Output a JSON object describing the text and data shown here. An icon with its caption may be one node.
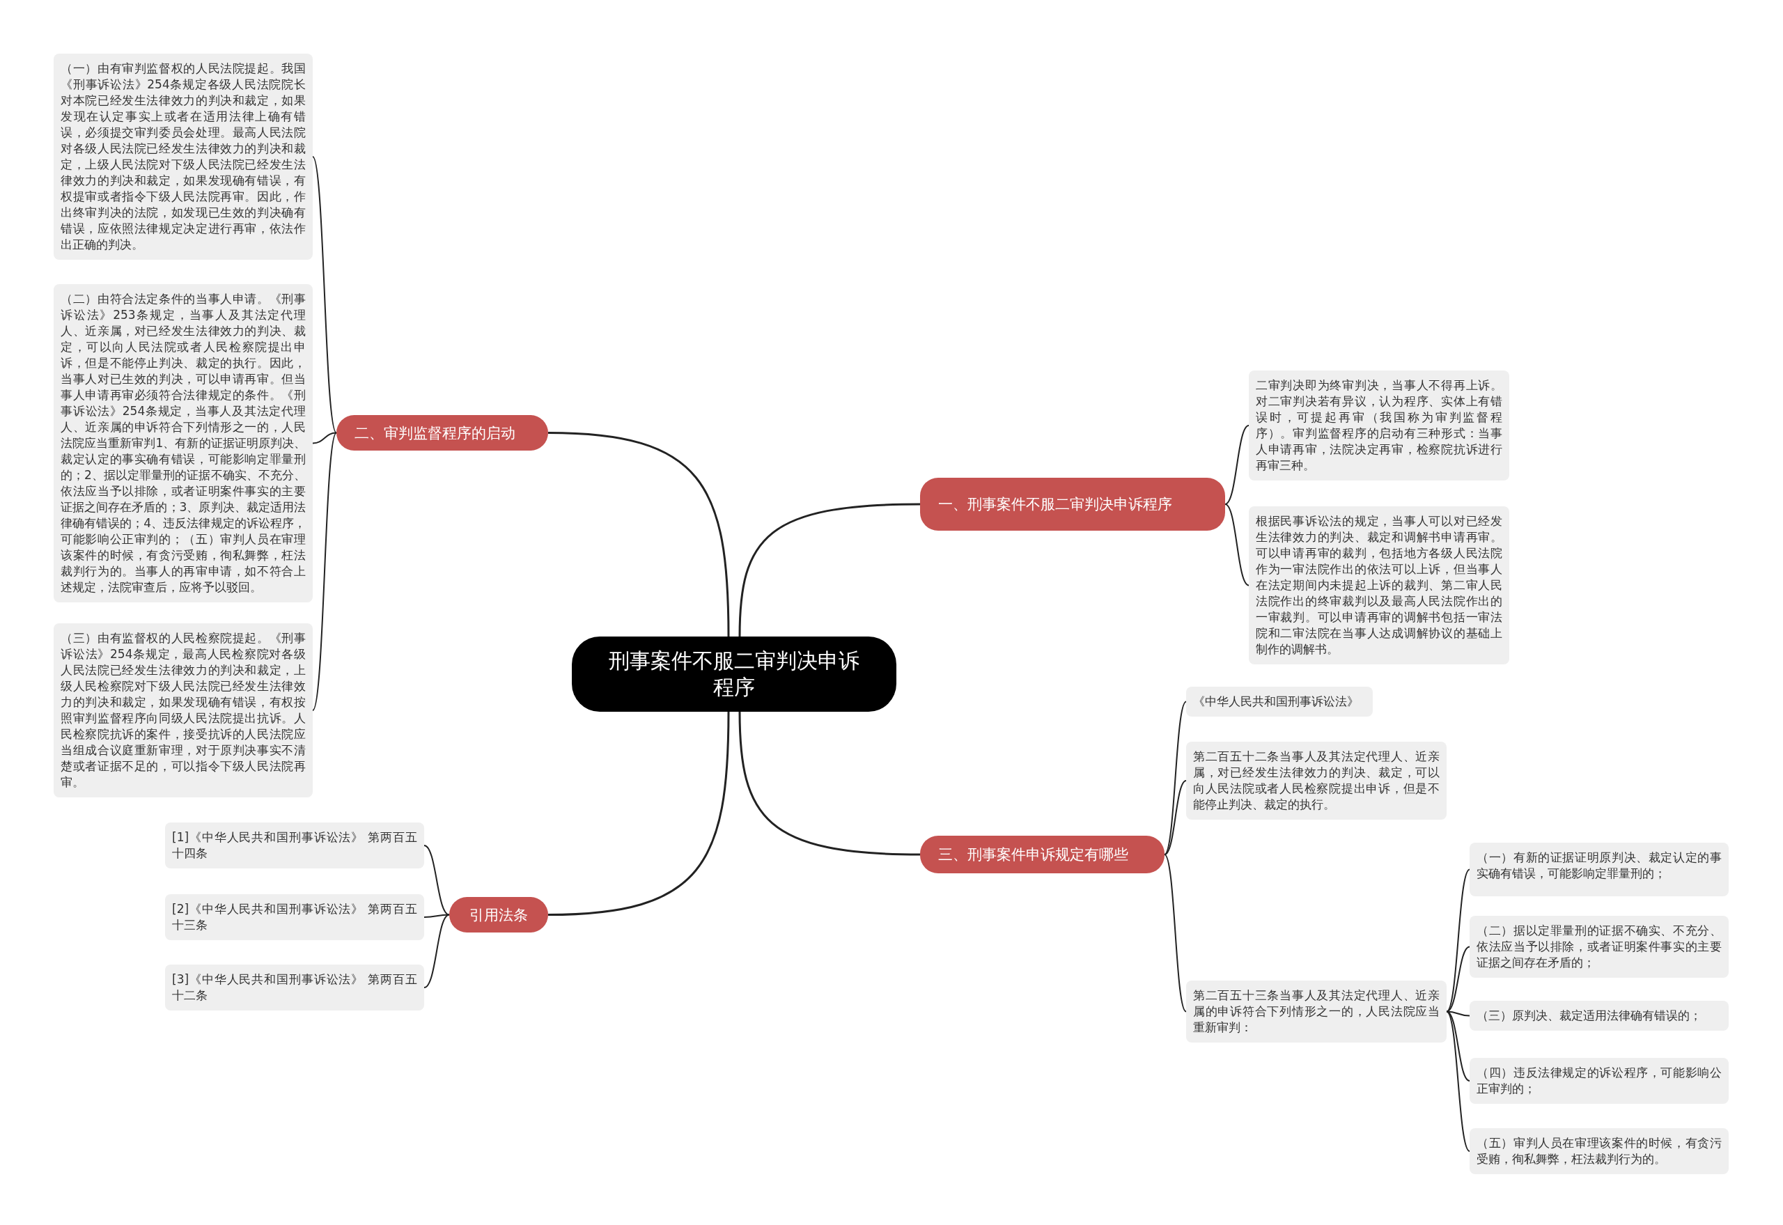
{
  "diagram": {
    "nodes": [
      {
        "text": [
          "刑事案件不服二审判决申诉程序"
        ]
      },
      {
        "text": [
          "一、刑事案件不服二审判决申诉程序"
        ]
      },
      {
        "text": [
          "二审判决即为终审判决，当事人不得再上诉。对二审判决若有异议，认为程序、实体上有错误时，可提起再审（我国称为审判监督程序）。审判监督程序的启动有三种形式：当事人申请再审，法院决定再审，检察院抗诉进行再审三种。"
        ]
      },
      {
        "text": [
          "根据民事诉讼法的规定，当事人可以对已经发生法律效力的判决、裁定和调解书申请再审。可以申请再审的裁判，包括地方各级人民法院作为一审法院作出的依法可以上诉，但当事人在法定期间内未提起上诉的裁判、第二审人民法院作出的终审裁判以及最高人民法院作出的一审裁判。可以申请再审的调解书包括一审法院和二审法院在当事人达成调解协议的基础上制作的调解书。"
        ]
      },
      {
        "text": [
          "二、审判监督程序的启动"
        ]
      },
      {
        "text": [
          "（一）由有审判监督权的人民法院提起。我国《刑事诉讼法》254条规定各级人民法院院长对本院已经发生法律效力的判决和裁定，如果发现在认定事实上或者在适用法律上确有错误，必须提交审判委员会处理。最高人民法院对各级人民法院已经发生法律效力的判决和裁定，上级人民法院对下级人民法院已经发生法律效力的判决和裁定，如果发现确有错误，有权提审或者指令下级人民法院再审。因此，作出终审判决的法院，如发现已生效的判决确有错误，应依照法律规定决定进行再审，依法作出正确的判决。"
        ]
      },
      {
        "text": [
          "（二）由符合法定条件的当事人申请。《刑事诉讼法》253条规定，当事人及其法定代理人、近亲属，对已经发生法律效力的判决、裁定，可以向人民法院或者人民检察院提出申诉，但是不能停止判决、裁定的执行。因此，当事人对已生效的判决，可以申请再审。但当事人申请再审必须符合法律规定的条件。《刑事诉讼法》254条规定，当事人及其法定代理人、近亲属的申诉符合下列情形之一的，人民法院应当重新审判1、有新的证据证明原判决、裁定认定的事实确有错误，可能影响定罪量刑的；2、据以定罪量刑的证据不确实、不充分、依法应当予以排除，或者证明案件事实的主要证据之间存在矛盾的；3、原判决、裁定适用法律确有错误的；4、违反法律规定的诉讼程序，可能影响公正审判的；（五）审判人员在审理该案件的时候，有贪污受贿，徇私舞弊，枉法裁判行为的。当事人的再审申请，如不符合上述规定，法院审查后，应将予以驳回。"
        ]
      },
      {
        "text": [
          "（三）由有监督权的人民检察院提起。《刑事诉讼法》254条规定，最高人民检察院对各级人民法院已经发生法律效力的判决和裁定，上级人民检察院对下级人民法院已经发生法律效力的判决和裁定，如果发现确有错误，有权按照审判监督程序向同级人民法院提出抗诉。人民检察院抗诉的案件，接受抗诉的人民法院应当组成合议庭重新审理，对于原判决事实不清楚或者证据不足的，可以指令下级人民法院再审。"
        ]
      },
      {
        "text": [
          "三、刑事案件申诉规定有哪些"
        ]
      },
      {
        "text": [
          "《中华人民共和国刑事诉讼法》"
        ]
      },
      {
        "text": [
          "第二百五十二条当事人及其法定代理人、近亲属，对已经发生法律效力的判决、裁定，可以向人民法院或者人民检察院提出申诉，但是不能停止判决、裁定的执行。"
        ]
      },
      {
        "text": [
          "第二百五十三条当事人及其法定代理人、近亲属的申诉符合下列情形之一的，人民法院应当重新审判："
        ]
      },
      {
        "text": [
          "（一）有新的证据证明原判决、裁定认定的事实确有错误，可能影响定罪量刑的；"
        ]
      },
      {
        "text": [
          "（二）据以定罪量刑的证据不确实、不充分、依法应当予以排除，或者证明案件事实的主要证据之间存在矛盾的；"
        ]
      },
      {
        "text": [
          "（三）原判决、裁定适用法律确有错误的；"
        ]
      },
      {
        "text": [
          "（四）违反法律规定的诉讼程序，可能影响公正审判的；"
        ]
      },
      {
        "text": [
          "（五）审判人员在审理该案件的时候，有贪污受贿，徇私舞弊，枉法裁判行为的。"
        ]
      },
      {
        "text": [
          "引用法条"
        ]
      },
      {
        "text": [
          "[1]《中华人民共和国刑事诉讼法》 第两百五十四条"
        ]
      },
      {
        "text": [
          "[2]《中华人民共和国刑事诉讼法》 第两百五十三条"
        ]
      },
      {
        "text": [
          "[3]《中华人民共和国刑事诉讼法》 第两百五十二条"
        ]
      }
    ],
    "edges": [
      {
        "from": 0,
        "to": 1,
        "arrow": "none"
      },
      {
        "from": 1,
        "to": 2,
        "arrow": "none"
      },
      {
        "from": 1,
        "to": 3,
        "arrow": "none"
      },
      {
        "from": 0,
        "to": 4,
        "arrow": "none"
      },
      {
        "from": 4,
        "to": 5,
        "arrow": "none"
      },
      {
        "from": 4,
        "to": 6,
        "arrow": "none"
      },
      {
        "from": 4,
        "to": 7,
        "arrow": "none"
      },
      {
        "from": 0,
        "to": 8,
        "arrow": "none"
      },
      {
        "from": 8,
        "to": 9,
        "arrow": "none"
      },
      {
        "from": 8,
        "to": 10,
        "arrow": "none"
      },
      {
        "from": 8,
        "to": 11,
        "arrow": "none"
      },
      {
        "from": 11,
        "to": 12,
        "arrow": "none"
      },
      {
        "from": 11,
        "to": 13,
        "arrow": "none"
      },
      {
        "from": 11,
        "to": 14,
        "arrow": "none"
      },
      {
        "from": 11,
        "to": 15,
        "arrow": "none"
      },
      {
        "from": 11,
        "to": 16,
        "arrow": "none"
      },
      {
        "from": 0,
        "to": 17,
        "arrow": "none"
      },
      {
        "from": 17,
        "to": 18,
        "arrow": "none"
      },
      {
        "from": 17,
        "to": 19,
        "arrow": "none"
      },
      {
        "from": 17,
        "to": 20,
        "arrow": "none"
      }
    ]
  }
}
